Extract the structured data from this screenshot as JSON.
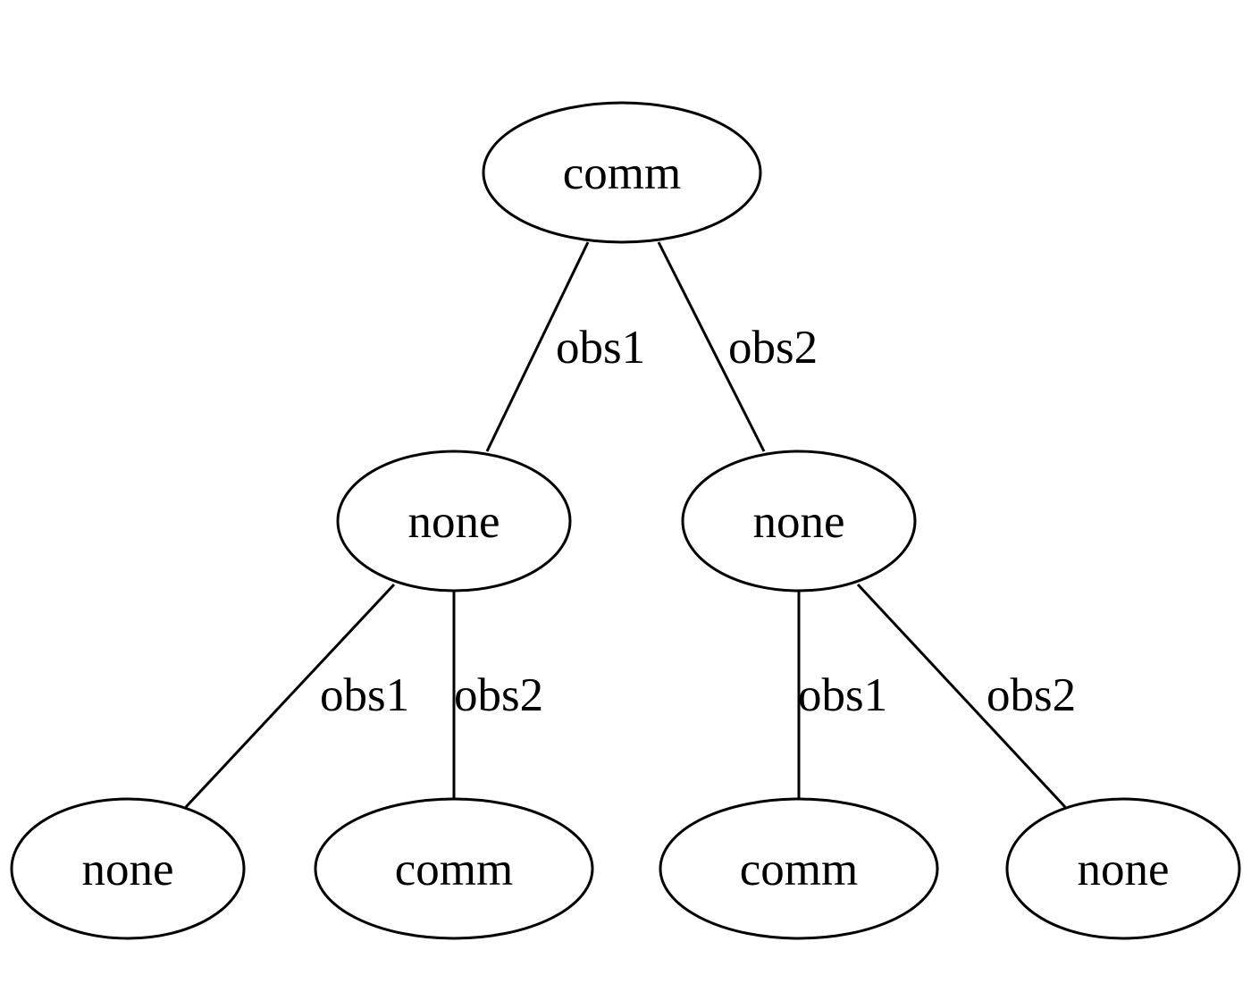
{
  "tree": {
    "nodes": [
      {
        "id": "root",
        "label": "comm"
      },
      {
        "id": "n-left",
        "label": "none"
      },
      {
        "id": "n-right",
        "label": "none"
      },
      {
        "id": "leaf-1",
        "label": "none"
      },
      {
        "id": "leaf-2",
        "label": "comm"
      },
      {
        "id": "leaf-3",
        "label": "comm"
      },
      {
        "id": "leaf-4",
        "label": "none"
      }
    ],
    "edges": [
      {
        "from": "root",
        "to": "n-left",
        "label": "obs1"
      },
      {
        "from": "root",
        "to": "n-right",
        "label": "obs2"
      },
      {
        "from": "n-left",
        "to": "leaf-1",
        "label": "obs1"
      },
      {
        "from": "n-left",
        "to": "leaf-2",
        "label": "obs2"
      },
      {
        "from": "n-right",
        "to": "leaf-3",
        "label": "obs1"
      },
      {
        "from": "n-right",
        "to": "leaf-4",
        "label": "obs2"
      }
    ]
  }
}
